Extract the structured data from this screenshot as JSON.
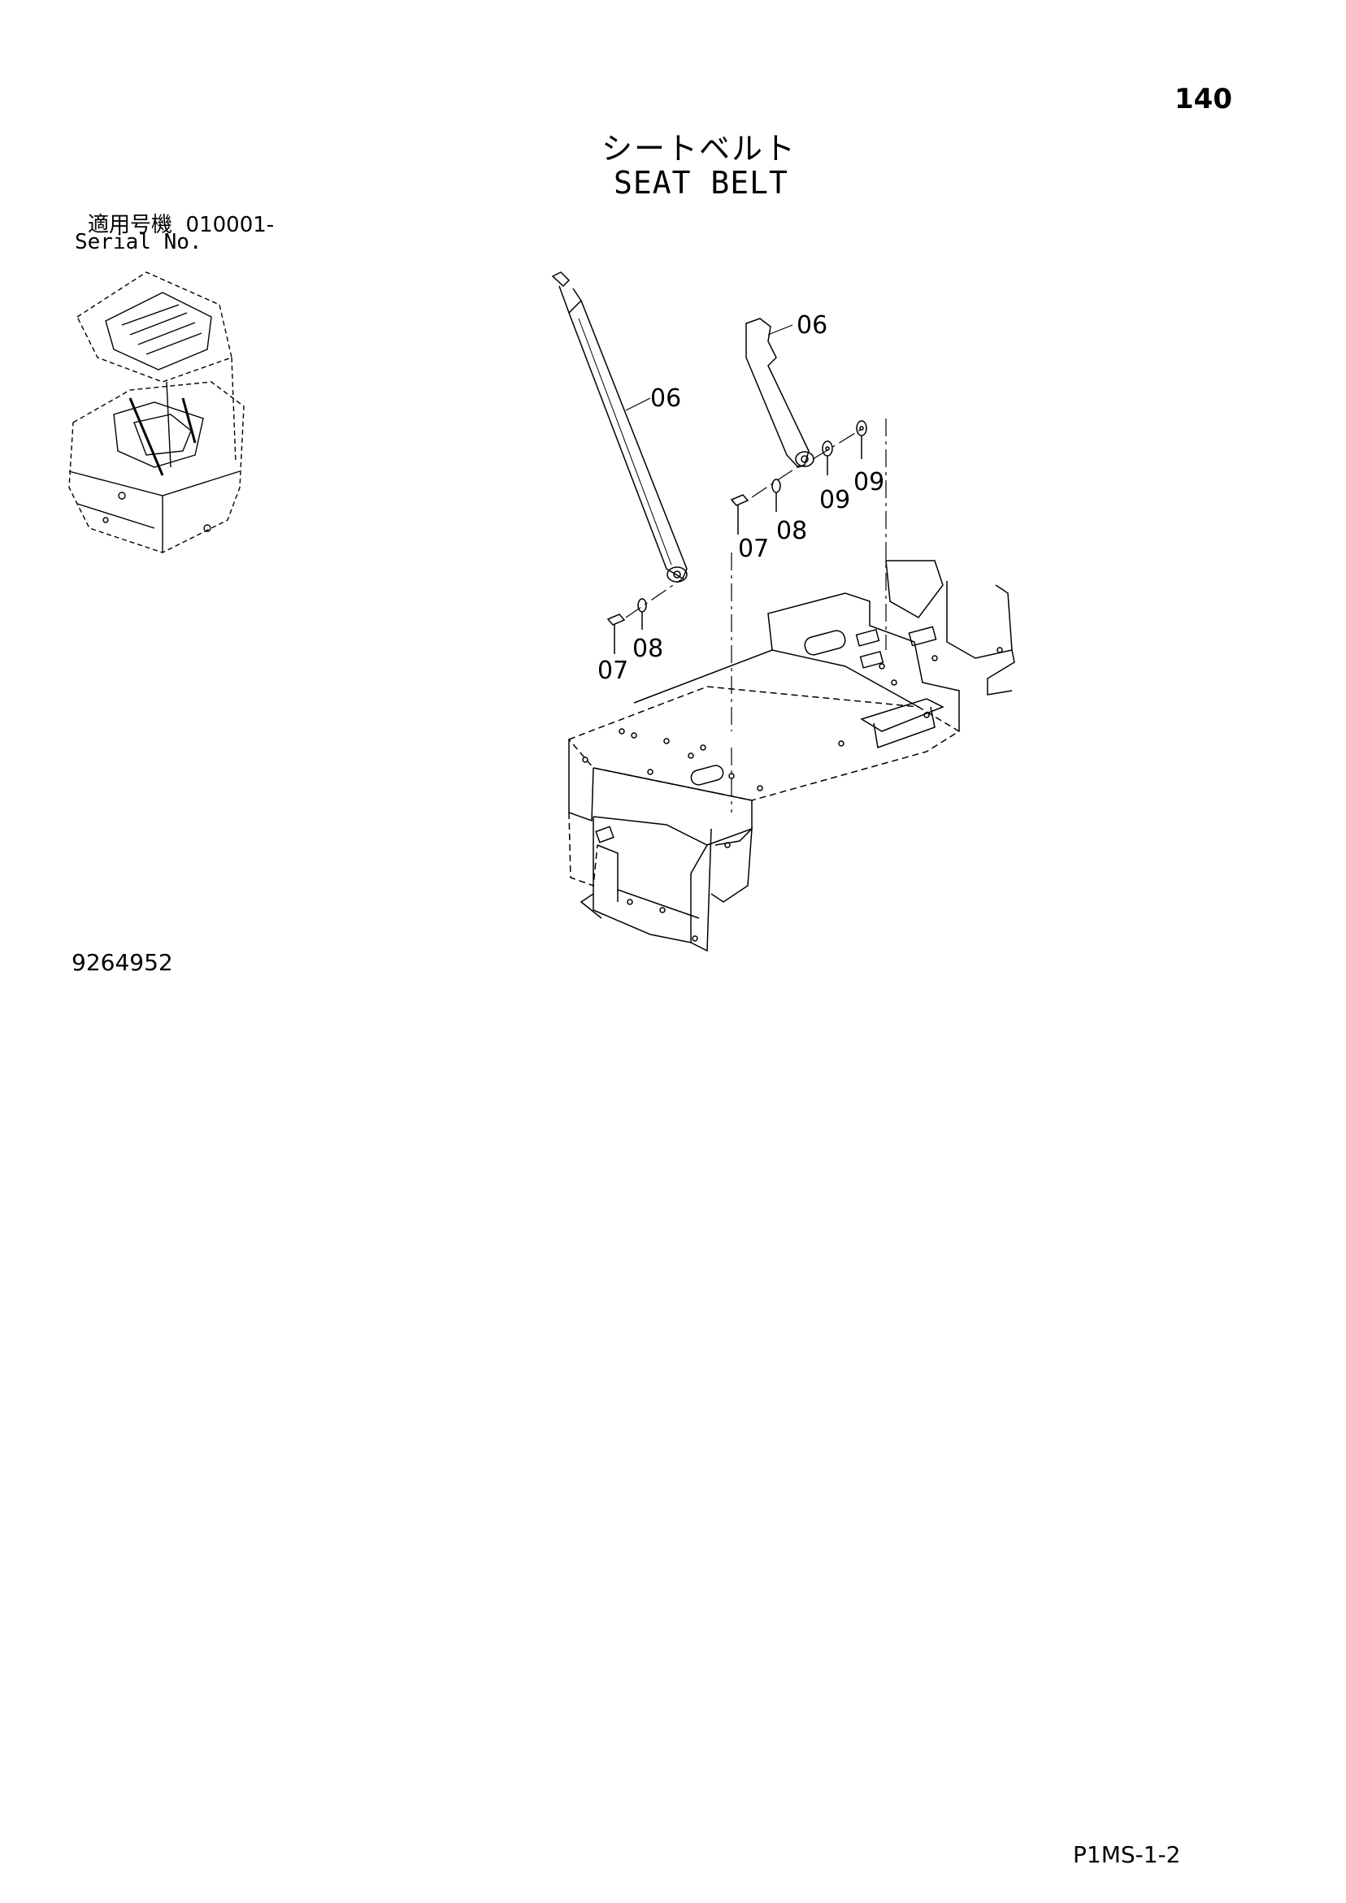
{
  "page_number": "140",
  "title": {
    "japanese": "シートベルト",
    "english": "SEAT BELT"
  },
  "applicable_serial": {
    "label_jp": "適用号機",
    "value": "010001-",
    "label_en": "Serial No."
  },
  "drawing_number": "9264952",
  "footer_code": "P1MS-1-2",
  "callouts": [
    {
      "id": "c1",
      "text": "06"
    },
    {
      "id": "c2",
      "text": "06"
    },
    {
      "id": "c3",
      "text": "07"
    },
    {
      "id": "c4",
      "text": "08"
    },
    {
      "id": "c5",
      "text": "07"
    },
    {
      "id": "c6",
      "text": "08"
    },
    {
      "id": "c7",
      "text": "09"
    },
    {
      "id": "c8",
      "text": "09"
    }
  ]
}
